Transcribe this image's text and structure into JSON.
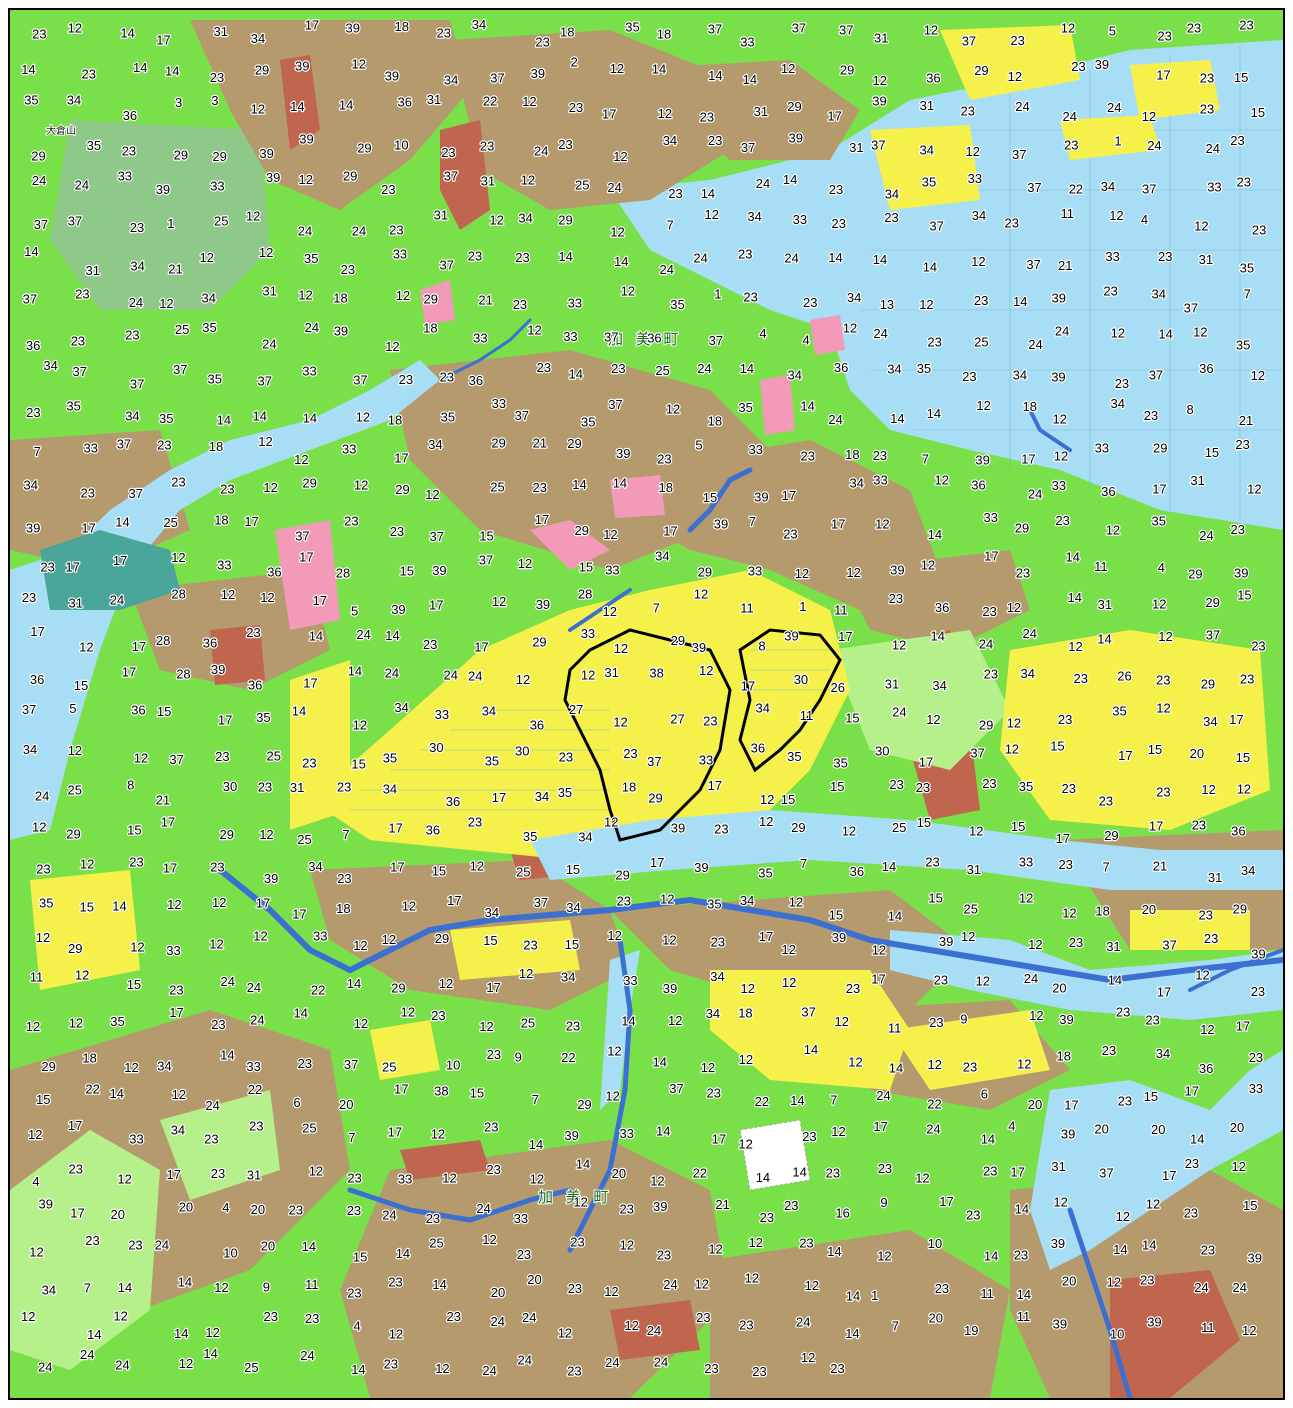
{
  "map": {
    "place_labels": [
      {
        "id": "kami-town-north",
        "text": "加 美 町"
      },
      {
        "id": "kami-town-south",
        "text": "加 美 町"
      },
      {
        "id": "mt-okura",
        "text": "大倉山"
      }
    ],
    "colors": {
      "grassland": "#7ae04a",
      "brown_terrain": "#b59a6e",
      "light_green": "#b6f08a",
      "yellow_field": "#f5f04a",
      "paddy_blue": "#a8def5",
      "river_dark_blue": "#3b6fd0",
      "pink_area": "#f29ab8",
      "red_brown": "#c0664e",
      "grey_green_forest": "#8fc98a",
      "survey_outline": "#000000"
    },
    "survey_outline_icon": "boundary-outline",
    "code_labels": [
      "23",
      "12",
      "14",
      "17",
      "31",
      "34",
      "17",
      "39",
      "18",
      "23",
      "34",
      "23",
      "18",
      "35",
      "18",
      "37",
      "33",
      "37",
      "37",
      "31",
      "12",
      "37",
      "23",
      "12",
      "5",
      "23",
      "23",
      "23",
      "14",
      "23",
      "14",
      "14",
      "23",
      "29",
      "39",
      "12",
      "39",
      "34",
      "37",
      "39",
      "2",
      "12",
      "14",
      "14",
      "14",
      "12",
      "29",
      "12",
      "36",
      "29",
      "12",
      "23",
      "39",
      "17",
      "23",
      "15",
      "35",
      "34",
      "36",
      "3",
      "3",
      "12",
      "14",
      "14",
      "36",
      "31",
      "22",
      "12",
      "23",
      "17",
      "12",
      "23",
      "31",
      "29",
      "17",
      "39",
      "31",
      "23",
      "24",
      "24",
      "24",
      "12",
      "23",
      "15",
      "29",
      "35",
      "23",
      "29",
      "29",
      "39",
      "39",
      "29",
      "10",
      "23",
      "23",
      "24",
      "23",
      "12",
      "34",
      "23",
      "37",
      "39",
      "31",
      "37",
      "34",
      "12",
      "37",
      "23",
      "1",
      "24",
      "24",
      "23",
      "24",
      "24",
      "33",
      "39",
      "33",
      "39",
      "12",
      "29",
      "23",
      "37",
      "31",
      "12",
      "25",
      "24",
      "23",
      "14",
      "24",
      "14",
      "23",
      "34",
      "35",
      "33",
      "37",
      "22",
      "34",
      "37",
      "33",
      "23",
      "37",
      "37",
      "23",
      "1",
      "25",
      "12",
      "24",
      "24",
      "23",
      "31",
      "12",
      "34",
      "29",
      "12",
      "7",
      "12",
      "34",
      "33",
      "23",
      "23",
      "37",
      "34",
      "23",
      "11",
      "12",
      "4",
      "12",
      "23",
      "14",
      "31",
      "34",
      "21",
      "12",
      "12",
      "35",
      "23",
      "33",
      "37",
      "23",
      "23",
      "14",
      "14",
      "24",
      "24",
      "23",
      "24",
      "14",
      "14",
      "14",
      "12",
      "37",
      "21",
      "33",
      "23",
      "31",
      "35",
      "37",
      "23",
      "24",
      "12",
      "34",
      "31",
      "12",
      "18",
      "12",
      "29",
      "21",
      "23",
      "33",
      "12",
      "35",
      "1",
      "23",
      "23",
      "34",
      "13",
      "12",
      "23",
      "14",
      "39",
      "23",
      "34",
      "37",
      "7",
      "36",
      "23",
      "23",
      "25",
      "35",
      "24",
      "24",
      "39",
      "12",
      "18",
      "33",
      "12",
      "33",
      "37",
      "36",
      "37",
      "4",
      "4",
      "12",
      "24",
      "23",
      "25",
      "24",
      "24",
      "12",
      "14",
      "12",
      "35",
      "34",
      "37",
      "37",
      "37",
      "35",
      "37",
      "33",
      "37",
      "23",
      "23",
      "36",
      "23",
      "14",
      "23",
      "25",
      "24",
      "14",
      "34",
      "36",
      "34",
      "35",
      "23",
      "34",
      "39",
      "23",
      "37",
      "36",
      "12",
      "23",
      "35",
      "34",
      "35",
      "14",
      "14",
      "14",
      "12",
      "18",
      "35",
      "33",
      "37",
      "35",
      "37",
      "12",
      "18",
      "35",
      "14",
      "24",
      "14",
      "14",
      "12",
      "18",
      "12",
      "34",
      "23",
      "8",
      "21",
      "7",
      "33",
      "37",
      "23",
      "18",
      "12",
      "12",
      "33",
      "17",
      "34",
      "29",
      "21",
      "29",
      "39",
      "23",
      "5",
      "33",
      "23",
      "18",
      "23",
      "7",
      "39",
      "17",
      "12",
      "33",
      "29",
      "15",
      "23",
      "34",
      "23",
      "37",
      "23",
      "23",
      "12",
      "29",
      "12",
      "29",
      "12",
      "25",
      "23",
      "14",
      "14",
      "18",
      "15",
      "39",
      "17",
      "34",
      "33",
      "12",
      "36",
      "24",
      "33",
      "36",
      "17",
      "31",
      "12",
      "39",
      "17",
      "14",
      "25",
      "18",
      "17",
      "37",
      "23",
      "23",
      "37",
      "15",
      "17",
      "29",
      "12",
      "17",
      "39",
      "7",
      "23",
      "17",
      "12",
      "14",
      "33",
      "29",
      "23",
      "12",
      "35",
      "24",
      "23",
      "23",
      "17",
      "17",
      "12",
      "33",
      "36",
      "17",
      "28",
      "15",
      "39",
      "37",
      "12",
      "15",
      "33",
      "34",
      "29",
      "33",
      "12",
      "12",
      "39",
      "12",
      "17",
      "23",
      "14",
      "11",
      "4",
      "29",
      "39",
      "23",
      "31",
      "24",
      "28",
      "12",
      "12",
      "17",
      "5",
      "39",
      "17",
      "12",
      "39",
      "28",
      "12",
      "7",
      "12",
      "11",
      "1",
      "11",
      "23",
      "36",
      "23",
      "12",
      "14",
      "31",
      "12",
      "29",
      "15",
      "17",
      "12",
      "17",
      "28",
      "36",
      "23",
      "14",
      "24",
      "14",
      "23",
      "17",
      "29",
      "33",
      "12",
      "29",
      "39",
      "8",
      "39",
      "17",
      "12",
      "14",
      "24",
      "24",
      "12",
      "14",
      "12",
      "37",
      "23",
      "36",
      "15",
      "17",
      "28",
      "39",
      "36",
      "17",
      "14",
      "24",
      "24",
      "24",
      "12",
      "12",
      "31",
      "38",
      "12",
      "17",
      "30",
      "26",
      "31",
      "34",
      "23",
      "34",
      "23",
      "26",
      "23",
      "29",
      "23",
      "37",
      "5",
      "36",
      "15",
      "17",
      "35",
      "14",
      "12",
      "34",
      "33",
      "34",
      "36",
      "27",
      "12",
      "27",
      "23",
      "34",
      "11",
      "15",
      "24",
      "12",
      "29",
      "12",
      "23",
      "35",
      "12",
      "34",
      "17",
      "34",
      "12",
      "12",
      "37",
      "23",
      "25",
      "23",
      "15",
      "35",
      "30",
      "35",
      "30",
      "23",
      "23",
      "37",
      "33",
      "36",
      "35",
      "35",
      "30",
      "17",
      "37",
      "12",
      "15",
      "17",
      "15",
      "20",
      "15",
      "24",
      "25",
      "8",
      "21",
      "30",
      "23",
      "31",
      "23",
      "34",
      "36",
      "17",
      "34",
      "35",
      "18",
      "29",
      "17",
      "12",
      "15",
      "15",
      "23",
      "23",
      "23",
      "35",
      "23",
      "23",
      "23",
      "12",
      "12",
      "12",
      "29",
      "15",
      "17",
      "29",
      "12",
      "25",
      "7",
      "17",
      "36",
      "23",
      "35",
      "34",
      "12",
      "39",
      "23",
      "12",
      "29",
      "12",
      "25",
      "15",
      "12",
      "15",
      "17",
      "29",
      "17",
      "23",
      "36",
      "23",
      "12",
      "23",
      "17",
      "23",
      "39",
      "34",
      "23",
      "17",
      "15",
      "12",
      "25",
      "15",
      "29",
      "17",
      "39",
      "35",
      "7",
      "36",
      "14",
      "23",
      "31",
      "33",
      "23",
      "7",
      "21",
      "31",
      "34",
      "35",
      "15",
      "14",
      "12",
      "12",
      "17",
      "17",
      "18",
      "12",
      "17",
      "34",
      "37",
      "34",
      "23",
      "12",
      "35",
      "34",
      "12",
      "15",
      "14",
      "15",
      "25",
      "12",
      "12",
      "18",
      "20",
      "23",
      "29",
      "12",
      "29",
      "12",
      "33",
      "12",
      "12",
      "33",
      "12",
      "12",
      "29",
      "15",
      "23",
      "15",
      "12",
      "12",
      "23",
      "17",
      "12",
      "39",
      "12",
      "39",
      "12",
      "12",
      "23",
      "31",
      "37",
      "23",
      "39",
      "11",
      "12",
      "15",
      "23",
      "24",
      "24",
      "22",
      "14",
      "29",
      "12",
      "17",
      "12",
      "34",
      "33",
      "39",
      "34",
      "12",
      "12",
      "23",
      "17",
      "23",
      "12",
      "24",
      "20",
      "14",
      "17",
      "12",
      "23",
      "12",
      "12",
      "35",
      "17",
      "23",
      "24",
      "14",
      "12",
      "12",
      "23",
      "12",
      "25",
      "23",
      "14",
      "12",
      "34",
      "18",
      "37",
      "12",
      "11",
      "23",
      "9",
      "12",
      "39",
      "23",
      "23",
      "12",
      "17",
      "29",
      "18",
      "12",
      "34",
      "14",
      "33",
      "23",
      "37",
      "25",
      "10",
      "23",
      "9",
      "22",
      "12",
      "14",
      "12",
      "12",
      "14",
      "12",
      "14",
      "12",
      "23",
      "12",
      "18",
      "23",
      "34",
      "36",
      "23",
      "15",
      "22",
      "14",
      "12",
      "24",
      "22",
      "6",
      "20",
      "17",
      "38",
      "15",
      "7",
      "29",
      "12",
      "37",
      "23",
      "22",
      "14",
      "7",
      "24",
      "22",
      "6",
      "20",
      "17",
      "23",
      "15",
      "17",
      "33",
      "12",
      "17",
      "33",
      "34",
      "23",
      "23",
      "25",
      "7",
      "17",
      "12",
      "23",
      "14",
      "39",
      "33",
      "14",
      "17",
      "12",
      "23",
      "12",
      "17",
      "24",
      "14",
      "4",
      "39",
      "20",
      "20",
      "14",
      "20",
      "4",
      "23",
      "12",
      "17",
      "23",
      "31",
      "12",
      "23",
      "33",
      "12",
      "23",
      "12",
      "14",
      "20",
      "12",
      "22",
      "14",
      "14",
      "23",
      "23",
      "12",
      "23",
      "17",
      "31",
      "37",
      "17",
      "23",
      "12",
      "39",
      "17",
      "20",
      "20",
      "4",
      "20",
      "23",
      "23",
      "24",
      "23",
      "24",
      "33",
      "12",
      "23",
      "39",
      "21",
      "23",
      "23",
      "16",
      "9",
      "17",
      "23",
      "14",
      "12",
      "12",
      "12",
      "23",
      "15",
      "12",
      "23",
      "23",
      "24",
      "10",
      "20",
      "14",
      "15",
      "14",
      "25",
      "12",
      "23",
      "23",
      "12",
      "23",
      "12",
      "12",
      "23",
      "14",
      "12",
      "10",
      "14",
      "23",
      "39",
      "14",
      "14",
      "23",
      "39",
      "34",
      "7",
      "14",
      "14",
      "12",
      "9",
      "11",
      "23",
      "23",
      "14",
      "20",
      "20",
      "23",
      "12",
      "24",
      "12",
      "12",
      "12",
      "14",
      "1",
      "23",
      "11",
      "14",
      "20",
      "12",
      "23",
      "24",
      "24",
      "12",
      "14",
      "12",
      "14",
      "12",
      "23",
      "23",
      "4",
      "12",
      "23",
      "24",
      "24",
      "12",
      "12",
      "24",
      "23",
      "23",
      "24",
      "14",
      "7",
      "20",
      "19",
      "11",
      "39",
      "10",
      "39",
      "11",
      "12",
      "24",
      "24",
      "24",
      "12",
      "14",
      "25",
      "24",
      "14",
      "23",
      "12",
      "24",
      "24",
      "23",
      "24",
      "24",
      "23",
      "23",
      "12",
      "23"
    ]
  }
}
